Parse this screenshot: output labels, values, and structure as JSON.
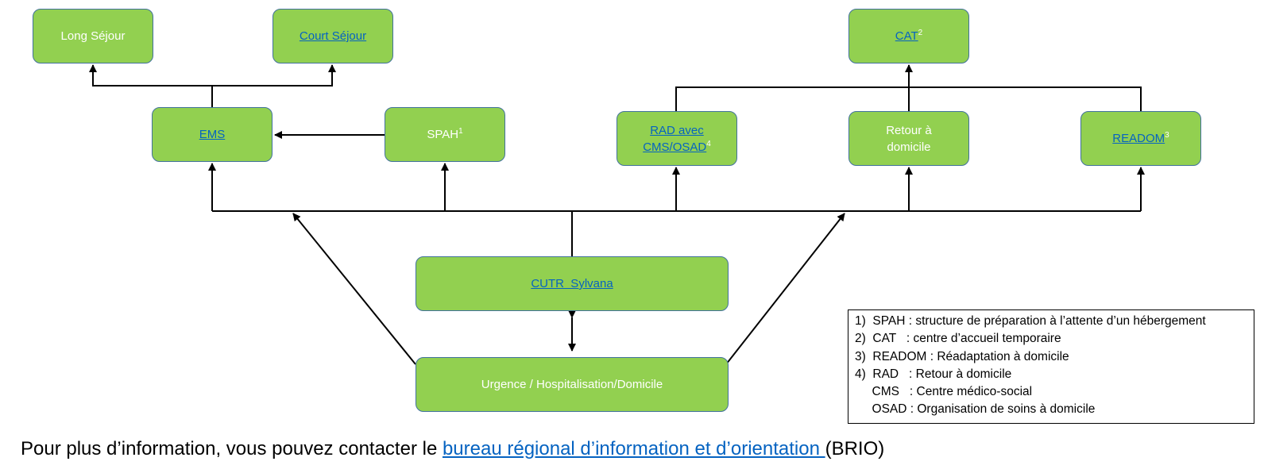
{
  "nodes": {
    "long_sejour": {
      "text": "Long Séjour"
    },
    "court_sejour": {
      "text": "Court Séjour"
    },
    "cat": {
      "text": "CAT",
      "sup": "2"
    },
    "ems": {
      "text": "EMS"
    },
    "spah": {
      "text": "SPAH",
      "sup": "1"
    },
    "rad": {
      "line1": "RAD avec",
      "line2": "CMS/OSAD",
      "sup": "4"
    },
    "retour": {
      "line1": "Retour à",
      "line2": "domicile"
    },
    "readom": {
      "text": "READOM",
      "sup": "3"
    },
    "cutr": {
      "text": "CUTR  Sylvana"
    },
    "urgence": {
      "text": "Urgence / Hospitalisation/Domicile"
    }
  },
  "legend": [
    "1)  SPAH : structure de préparation à l’attente d’un hébergement",
    "2)  CAT   : centre d’accueil temporaire",
    "3)  READOM : Réadaptation à domicile",
    "4)  RAD   : Retour à domicile",
    "     CMS   : Centre médico-social",
    "     OSAD : Organisation de soins à domicile"
  ],
  "footer": {
    "prefix": "Pour plus d’information, vous pouvez contacter le ",
    "link": "bureau régional d’information et d’orientation ",
    "suffix": "(BRIO)"
  },
  "colors": {
    "box_fill": "#92d050",
    "box_border": "#41719c",
    "link": "#0563c1",
    "line": "#000000"
  }
}
